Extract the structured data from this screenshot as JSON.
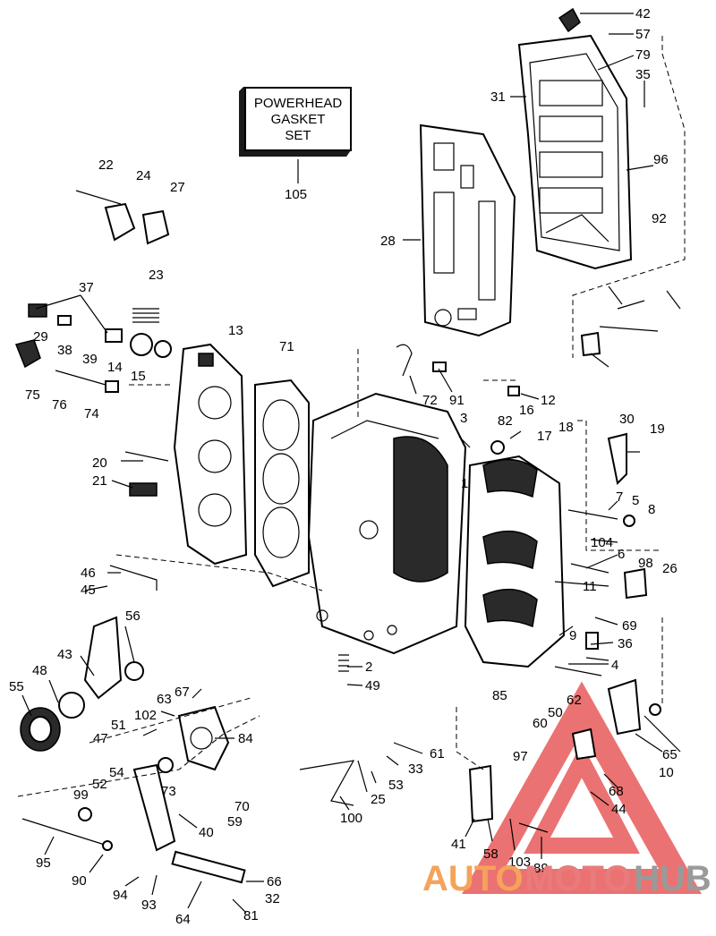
{
  "gasket_box": {
    "lines": [
      "POWERHEAD",
      "GASKET",
      "SET"
    ]
  },
  "watermark": {
    "part1": "AUTO",
    "part2": "MOTO",
    "part3": "HUB",
    "colors": {
      "auto": "#f5a35a",
      "moto": "#ea7b7b",
      "hub": "#9a9a9a",
      "triangle": "#e85a5a"
    }
  },
  "callouts": [
    "42",
    "57",
    "79",
    "35",
    "31",
    "96",
    "92",
    "105",
    "28",
    "22",
    "24",
    "27",
    "23",
    "37",
    "29",
    "38",
    "39",
    "14",
    "15",
    "13",
    "71",
    "75",
    "76",
    "74",
    "72",
    "91",
    "12",
    "3",
    "82",
    "16",
    "18",
    "17",
    "30",
    "19",
    "20",
    "1",
    "21",
    "7",
    "5",
    "8",
    "104",
    "6",
    "98",
    "26",
    "46",
    "45",
    "11",
    "56",
    "43",
    "69",
    "9",
    "36",
    "48",
    "55",
    "2",
    "4",
    "49",
    "85",
    "67",
    "63",
    "62",
    "50",
    "102",
    "51",
    "60",
    "47",
    "84",
    "65",
    "10",
    "61",
    "33",
    "97",
    "68",
    "53",
    "54",
    "52",
    "73",
    "70",
    "99",
    "59",
    "25",
    "100",
    "44",
    "40",
    "41",
    "58",
    "103",
    "89",
    "95",
    "90",
    "94",
    "93",
    "64",
    "66",
    "32",
    "81"
  ]
}
